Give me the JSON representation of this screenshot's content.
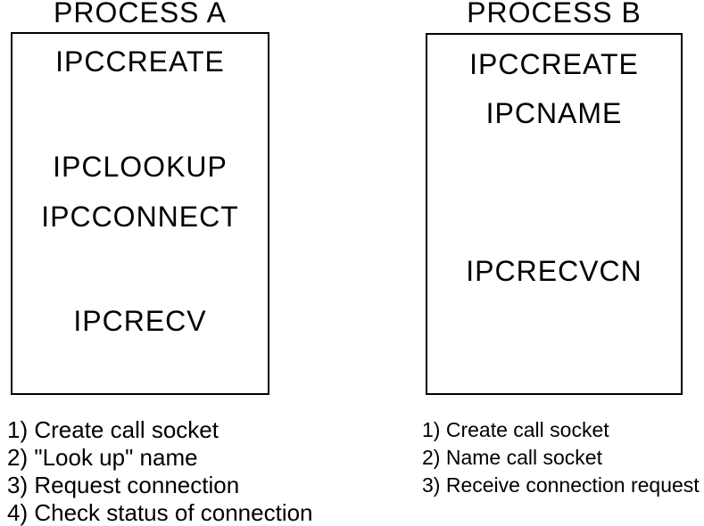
{
  "diagram": {
    "background_color": "#ffffff",
    "ink_color": "#000000",
    "processes": [
      {
        "title": "PROCESS A",
        "calls": [
          "IPCCREATE",
          "IPCLOOKUP",
          "IPCCONNECT",
          "IPCRECV"
        ],
        "steps": [
          "1) Create call socket",
          "2) \"Look up\" name",
          "3) Request connection",
          "4) Check status of connection"
        ]
      },
      {
        "title": "PROCESS B",
        "calls": [
          "IPCCREATE",
          "IPCNAME",
          "IPCRECVCN"
        ],
        "steps": [
          "1) Create call socket",
          "2) Name call socket",
          "3) Receive connection request"
        ]
      }
    ]
  }
}
